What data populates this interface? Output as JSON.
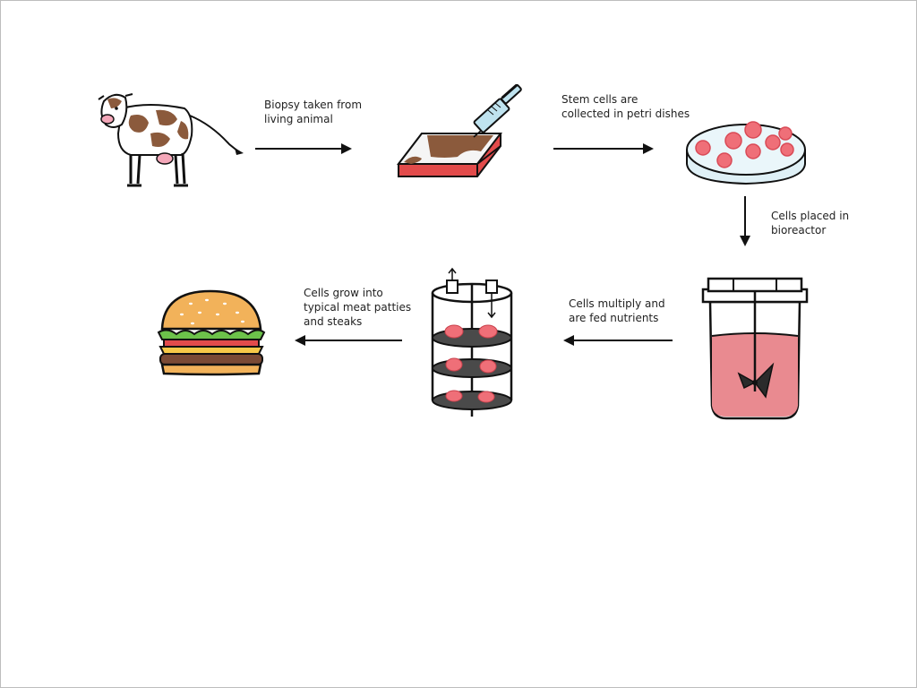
{
  "diagram": {
    "steps": [
      {
        "label": "Biopsy taken from\nliving animal"
      },
      {
        "label": "Stem cells are\ncollected in petri dishes"
      },
      {
        "label": "Cells placed in\nbioreactor"
      },
      {
        "label": "Cells multiply and\nare fed nutrients"
      },
      {
        "label": "Cells grow into\ntypical meat patties\nand steaks"
      }
    ],
    "colors": {
      "outline": "#111111",
      "cow_spots": "#8b5a3c",
      "meat_red": "#e24b4b",
      "cell_pink": "#ef6f78",
      "petri_blue": "#dff0f6",
      "liquid_pink": "#e98a90",
      "bun": "#f2b25a",
      "lettuce": "#6cc24a",
      "cheese": "#f7c948",
      "patty": "#7a4a35"
    }
  }
}
